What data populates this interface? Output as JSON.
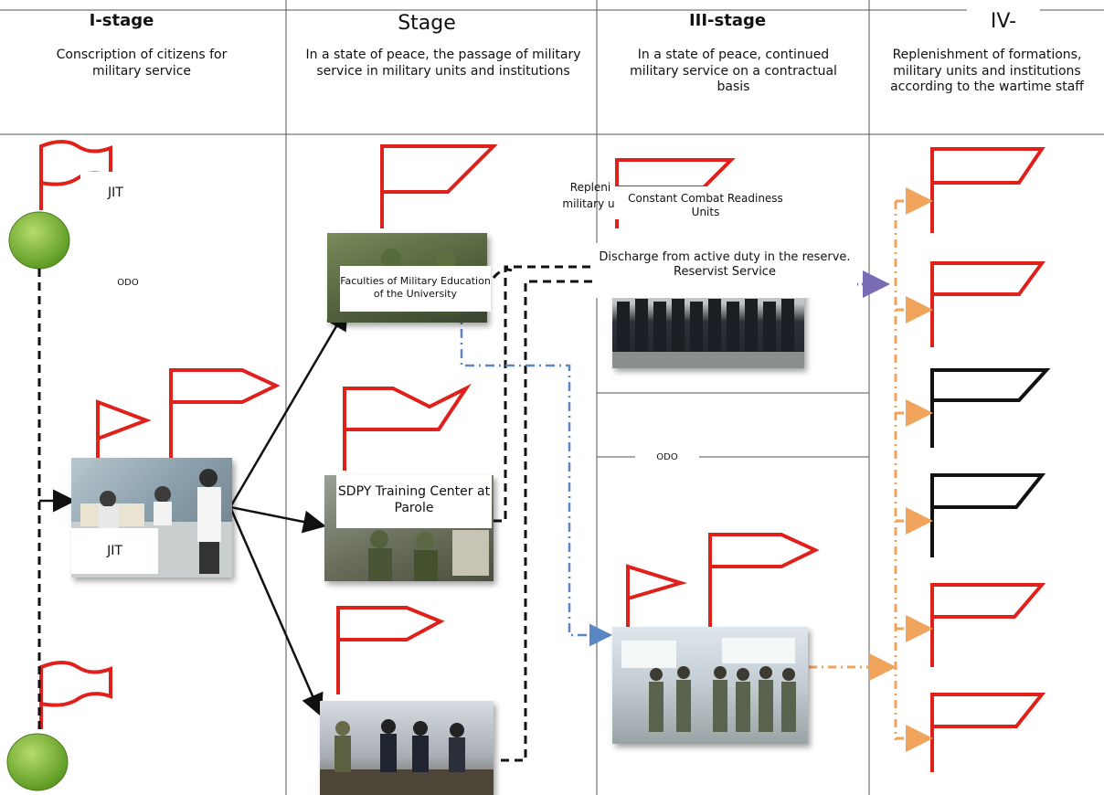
{
  "stages": [
    {
      "title": "I-stage",
      "description": "Conscription of citizens for military service"
    },
    {
      "title": "Stage",
      "description": "In a state of peace, the passage of military service in military units and institutions"
    },
    {
      "title": "III-stage",
      "description": "In a state of peace, continued military service on a contractual basis"
    },
    {
      "title": "IV-",
      "description": "Replenishment of formations, military units and institutions according to the wartime staff"
    }
  ],
  "nodes": {
    "jit_top": "JIT",
    "odo_left": "ODO",
    "jit_photo": "JIT",
    "faculties": "Faculties of Military Education of the University",
    "sdpy": "SDPY Training Center at Parole",
    "replenish_partial": "Repleni",
    "military_partial": "military u",
    "constant_combat": "Constant Combat Readiness Units",
    "discharge": "Discharge from active duty in the reserve. Reservist Service",
    "odo_right": "ODO"
  },
  "colors": {
    "flag_red": "#e0201b",
    "flag_black": "#111111",
    "circle_green": "#7ab33a",
    "arrow_black": "#111111",
    "dash_blue": "#5b86c4",
    "dash_orange": "#f0a35a",
    "dash_purple": "#7a6bb5",
    "grid": "#555555"
  }
}
